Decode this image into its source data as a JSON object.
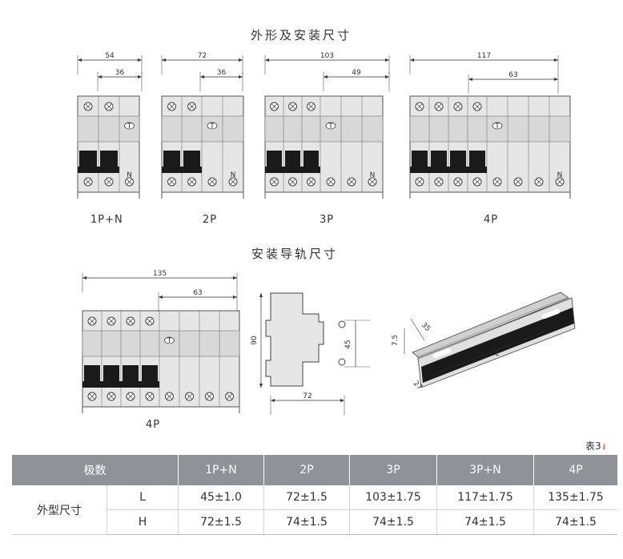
{
  "headings": {
    "outline": "外形及安装尺寸",
    "rail": "安装导轨尺寸"
  },
  "breakers": [
    {
      "label": "1P+N",
      "dim_total": "54",
      "dim_sub": "36",
      "n_mark": "N"
    },
    {
      "label": "2P",
      "dim_total": "72",
      "dim_sub": "36",
      "n_mark": "N"
    },
    {
      "label": "3P",
      "dim_total": "103",
      "dim_sub": "49",
      "n_mark": "N"
    },
    {
      "label": "4P",
      "dim_total": "117",
      "dim_sub": "63",
      "n_mark": "N"
    }
  ],
  "large_breaker": {
    "label": "4P",
    "dim_total": "135",
    "dim_sub": "63"
  },
  "side_view": {
    "height": "90",
    "inner_height": "45",
    "depth": "72"
  },
  "rail": {
    "width": "35",
    "height": "7.5",
    "thickness": "27",
    "length": "L"
  },
  "table_tag": "表3",
  "table": {
    "header": [
      "极数",
      "1P+N",
      "2P",
      "3P",
      "3P+N",
      "4P"
    ],
    "group_label": "外型尺寸",
    "rows": [
      {
        "param": "L",
        "values": [
          "45±1.0",
          "72±1.5",
          "103±1.75",
          "117±1.75",
          "135±1.75"
        ]
      },
      {
        "param": "H",
        "values": [
          "72±1.5",
          "74±1.5",
          "74±1.5",
          "74±1.5",
          "74±1.5"
        ]
      }
    ]
  }
}
